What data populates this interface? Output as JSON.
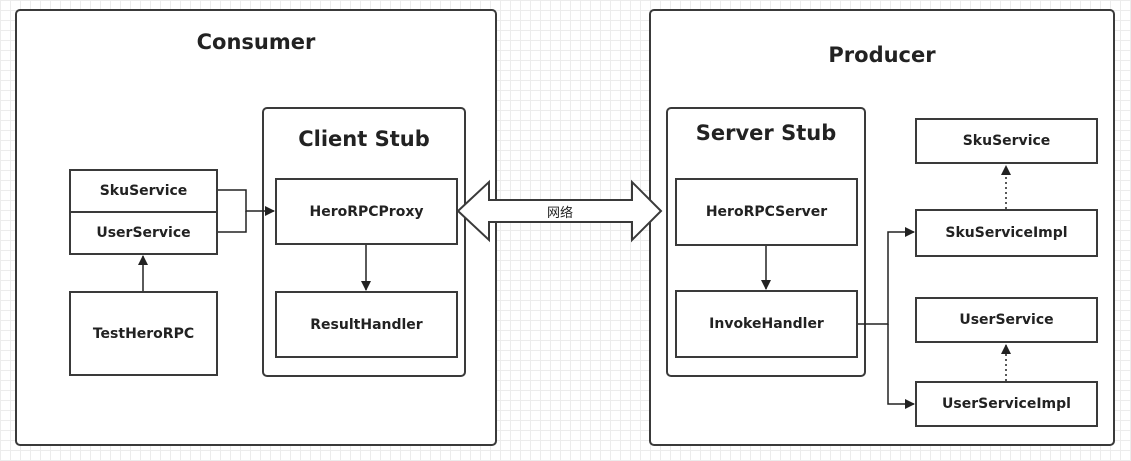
{
  "consumer": {
    "title": "Consumer",
    "interfaces": [
      "SkuService",
      "UserService"
    ],
    "test": "TestHeroRPC",
    "client_stub": {
      "title": "Client Stub",
      "proxy": "HeroRPCProxy",
      "result_handler": "ResultHandler"
    }
  },
  "network": {
    "label": "网络"
  },
  "producer": {
    "title": "Producer",
    "server_stub": {
      "title": "Server Stub",
      "server": "HeroRPCServer",
      "invoke_handler": "InvokeHandler"
    },
    "services": {
      "sku_service": "SkuService",
      "sku_service_impl": "SkuServiceImpl",
      "user_service": "UserService",
      "user_service_impl": "UserServiceImpl"
    }
  }
}
